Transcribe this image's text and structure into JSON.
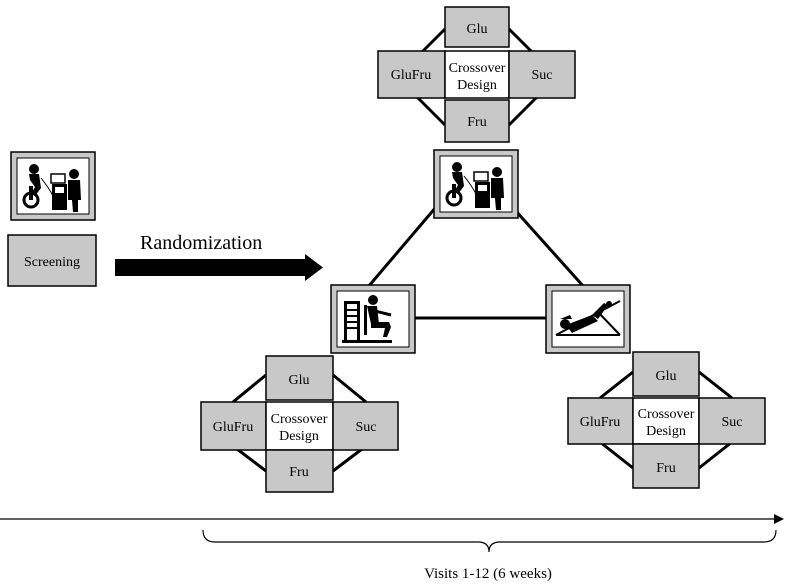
{
  "screening": {
    "label": "Screening",
    "icon": "exercise-test-icon"
  },
  "randomization": {
    "label": "Randomization"
  },
  "crossover_groups": [
    {
      "name": "endurance",
      "icon": "exercise-test-icon",
      "top": "Glu",
      "left": "GluFru",
      "center_line1": "Crossover",
      "center_line2": "Design",
      "right": "Suc",
      "bottom": "Fru"
    },
    {
      "name": "resistance",
      "icon": "resistance-machine-icon",
      "top": "Glu",
      "left": "GluFru",
      "center_line1": "Crossover",
      "center_line2": "Design",
      "right": "Suc",
      "bottom": "Fru"
    },
    {
      "name": "core",
      "icon": "situp-bench-icon",
      "top": "Glu",
      "left": "GluFru",
      "center_line1": "Crossover",
      "center_line2": "Design",
      "right": "Suc",
      "bottom": "Fru"
    }
  ],
  "timeline": {
    "visits_label": "Visits 1-12 (6 weeks)"
  },
  "colors": {
    "box_fill": "#c8c8c8",
    "line": "#000000",
    "background": "#ffffff"
  }
}
